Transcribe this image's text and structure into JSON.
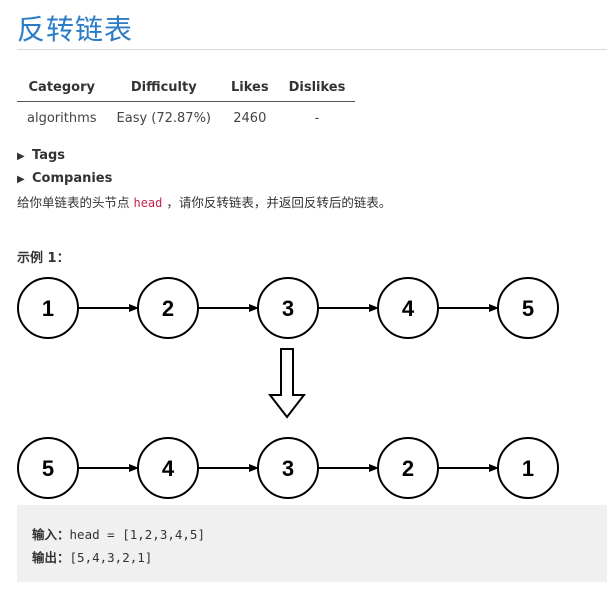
{
  "title": "反转链表",
  "meta_table": {
    "headers": [
      "Category",
      "Difficulty",
      "Likes",
      "Dislikes"
    ],
    "row": [
      "algorithms",
      "Easy (72.87%)",
      "2460",
      "-"
    ]
  },
  "details": {
    "tags_label": "Tags",
    "companies_label": "Companies"
  },
  "description": {
    "prefix": "给你单链表的头节点 ",
    "code": "head",
    "suffix": " ，请你反转链表，并返回反转后的链表。"
  },
  "example": {
    "label": "示例 1：",
    "input_label": "输入：",
    "input_value": "head = [1,2,3,4,5]",
    "output_label": "输出：",
    "output_value": "[5,4,3,2,1]"
  },
  "diagram": {
    "top_nodes": [
      "1",
      "2",
      "3",
      "4",
      "5"
    ],
    "bottom_nodes": [
      "5",
      "4",
      "3",
      "2",
      "1"
    ]
  }
}
